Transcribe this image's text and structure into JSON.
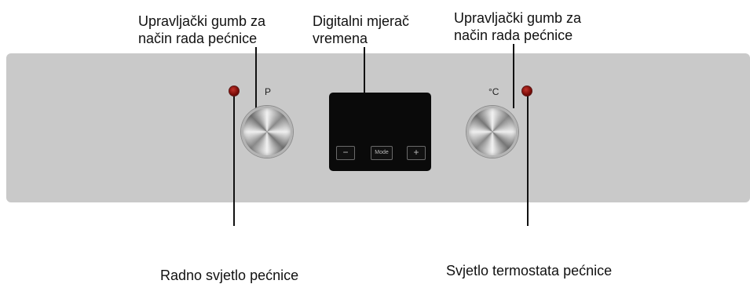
{
  "labels": {
    "left_knob": "Upravljački gumb za\nnačin rada pećnice",
    "timer": "Digitalni mjerač\nvremena",
    "right_knob": "Upravljački gumb za\nnačin rada pećnice",
    "work_light": "Radno svjetlo pećnice",
    "thermostat_light": "Svjetlo termostata pećnice"
  },
  "knobs": {
    "left_symbol": "P",
    "right_symbol": "°C"
  },
  "timer_buttons": {
    "minus": "−",
    "mode": "Mode",
    "plus": "+"
  },
  "colors": {
    "panel": "#c9c9c9",
    "led": "#8b0f0a",
    "display": "#0a0a0a"
  }
}
